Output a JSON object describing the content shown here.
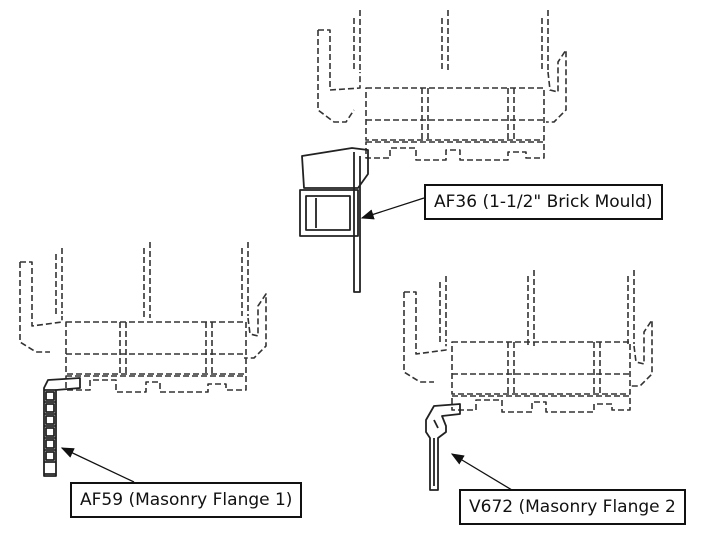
{
  "callouts": {
    "af36": "AF36 (1-1/2\" Brick Mould)",
    "af59": "AF59 (Masonry Flange 1)",
    "v672": "V672 (Masonry Flange 2"
  },
  "colors": {
    "line": "#222222",
    "background": "#ffffff"
  }
}
